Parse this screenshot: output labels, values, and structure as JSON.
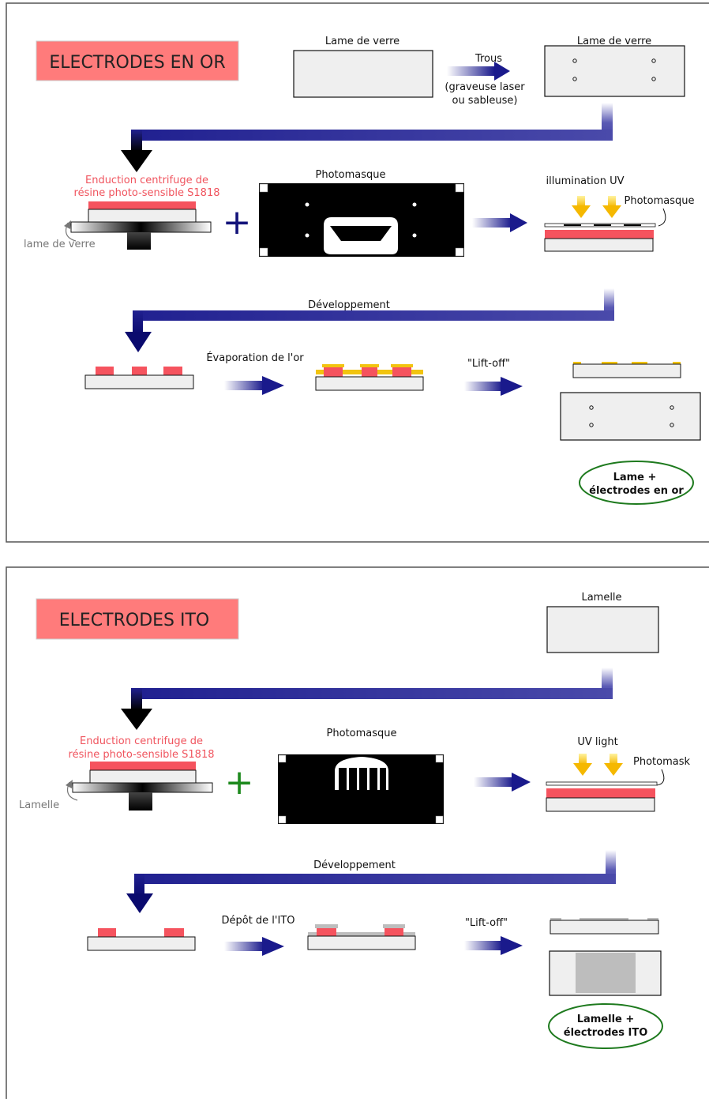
{
  "panel_or": {
    "title": "ELECTRODES EN OR",
    "glass_label_1": "Lame de verre",
    "glass_label_2": "Lame de verre",
    "holes_label": "Trous",
    "holes_sub_1": "(graveuse laser",
    "holes_sub_2": "ou sableuse)",
    "spin_label_1": "Enduction centrifuge de",
    "spin_label_2": "résine photo-sensible S1818",
    "substrate_label": "lame de verre",
    "plus": "+",
    "photomask_label": "Photomasque",
    "uv_label": "illumination UV",
    "uv_mask_label": "Photomasque",
    "develop_label": "Développement",
    "deposit_label": "Évaporation de l'or",
    "liftoff_label": "\"Lift-off\"",
    "result_1": "Lame +",
    "result_2": "électrodes en or"
  },
  "panel_ito": {
    "title": "ELECTRODES ITO",
    "coverslip_label": "Lamelle",
    "spin_label_1": "Enduction centrifuge de",
    "spin_label_2": "résine photo-sensible S1818",
    "substrate_label": "Lamelle",
    "plus": "+",
    "photomask_label": "Photomasque",
    "uv_label": "UV light",
    "uv_mask_label": "Photomask",
    "develop_label": "Développement",
    "deposit_label": "Dépôt  de l'ITO",
    "liftoff_label": "\"Lift-off\"",
    "result_1": "Lamelle +",
    "result_2": "électrodes ITO"
  },
  "colors": {
    "title_fill": "#ff7b7b",
    "resist": "#f5535e",
    "gold": "#f2c40f",
    "ito": "#bdbdbd",
    "glass": "#efefef",
    "arrow_dark": "#1a1a8c",
    "plus_or": "#13137a",
    "plus_ito": "#1e8a1e",
    "label_red": "#f0545e",
    "result_border": "#1e7a1e"
  }
}
